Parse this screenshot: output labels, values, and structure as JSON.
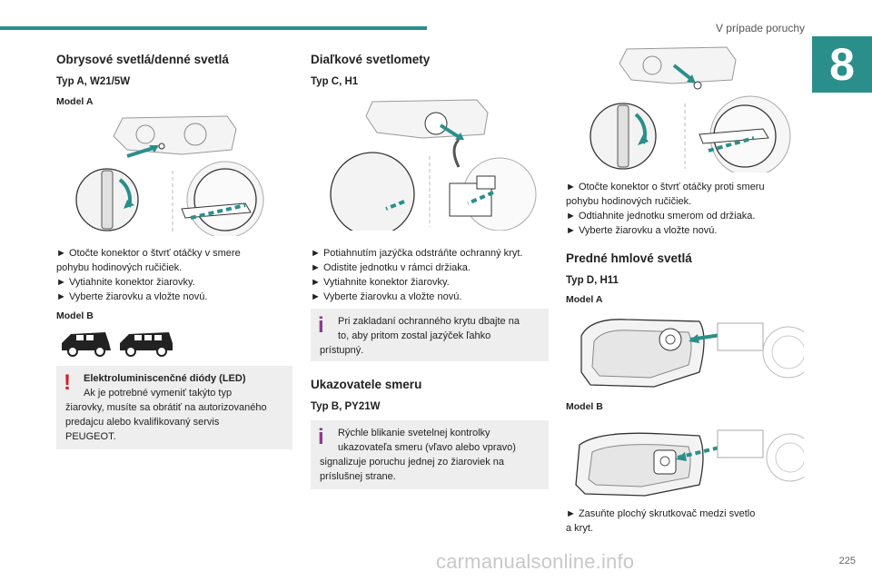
{
  "header": {
    "title": "V prípade poruchy",
    "chapter": "8",
    "page_number": "225"
  },
  "watermark": "carmanualsonline.info",
  "col1": {
    "heading": "Obrysové svetlá/denné svetlá",
    "type": "Typ A, W21/5W",
    "model_a": "Model A",
    "steps": [
      "► Otočte konektor o štvrť otáčky v smere",
      "pohybu hodinových ručičiek.",
      "► Vytiahnite konektor žiarovky.",
      "► Vyberte žiarovku a vložte novú."
    ],
    "model_b": "Model B",
    "warning_title": "Elektroluminiscenčné diódy (LED)",
    "warning_lines": [
      "Ak je potrebné vymeniť takýto typ",
      "žiarovky, musíte sa obrátiť na autorizovaného",
      "predajcu alebo kvalifikovaný servis",
      "PEUGEOT."
    ]
  },
  "col2": {
    "heading": "Diaľkové svetlomety",
    "type": "Typ C, H1",
    "steps": [
      "► Potiahnutím jazýčka odstráňte ochranný kryt.",
      "► Odistite jednotku v rámci držiaka.",
      "► Vytiahnite konektor žiarovky.",
      "► Vyberte žiarovku a vložte novú."
    ],
    "note_lines": [
      "Pri zakladaní ochranného krytu dbajte na",
      "to, aby pritom zostal jazýček ľahko",
      "prístupný."
    ],
    "heading2": "Ukazovatele smeru",
    "type2": "Typ B, PY21W",
    "note2_lines": [
      "Rýchle blikanie svetelnej kontrolky",
      "ukazovateľa smeru (vľavo alebo vpravo)",
      "signalizuje poruchu jednej zo žiaroviek na",
      "príslušnej strane."
    ]
  },
  "col3": {
    "steps": [
      "► Otočte konektor o štvrť otáčky proti smeru",
      "pohybu hodinových ručičiek.",
      "► Odtiahnite jednotku smerom od držiaka.",
      "► Vyberte žiarovku a vložte novú."
    ],
    "heading": "Predné hmlové svetlá",
    "type": "Typ D, H11",
    "model_a": "Model A",
    "model_b": "Model B",
    "steps2": [
      "► Zasuňte plochý skrutkovač medzi svetlo",
      "a kryt."
    ]
  },
  "colors": {
    "accent": "#2a8f8a",
    "info": "#8b3d8f",
    "warning": "#d0202a",
    "note_bg": "#eeeeee"
  }
}
